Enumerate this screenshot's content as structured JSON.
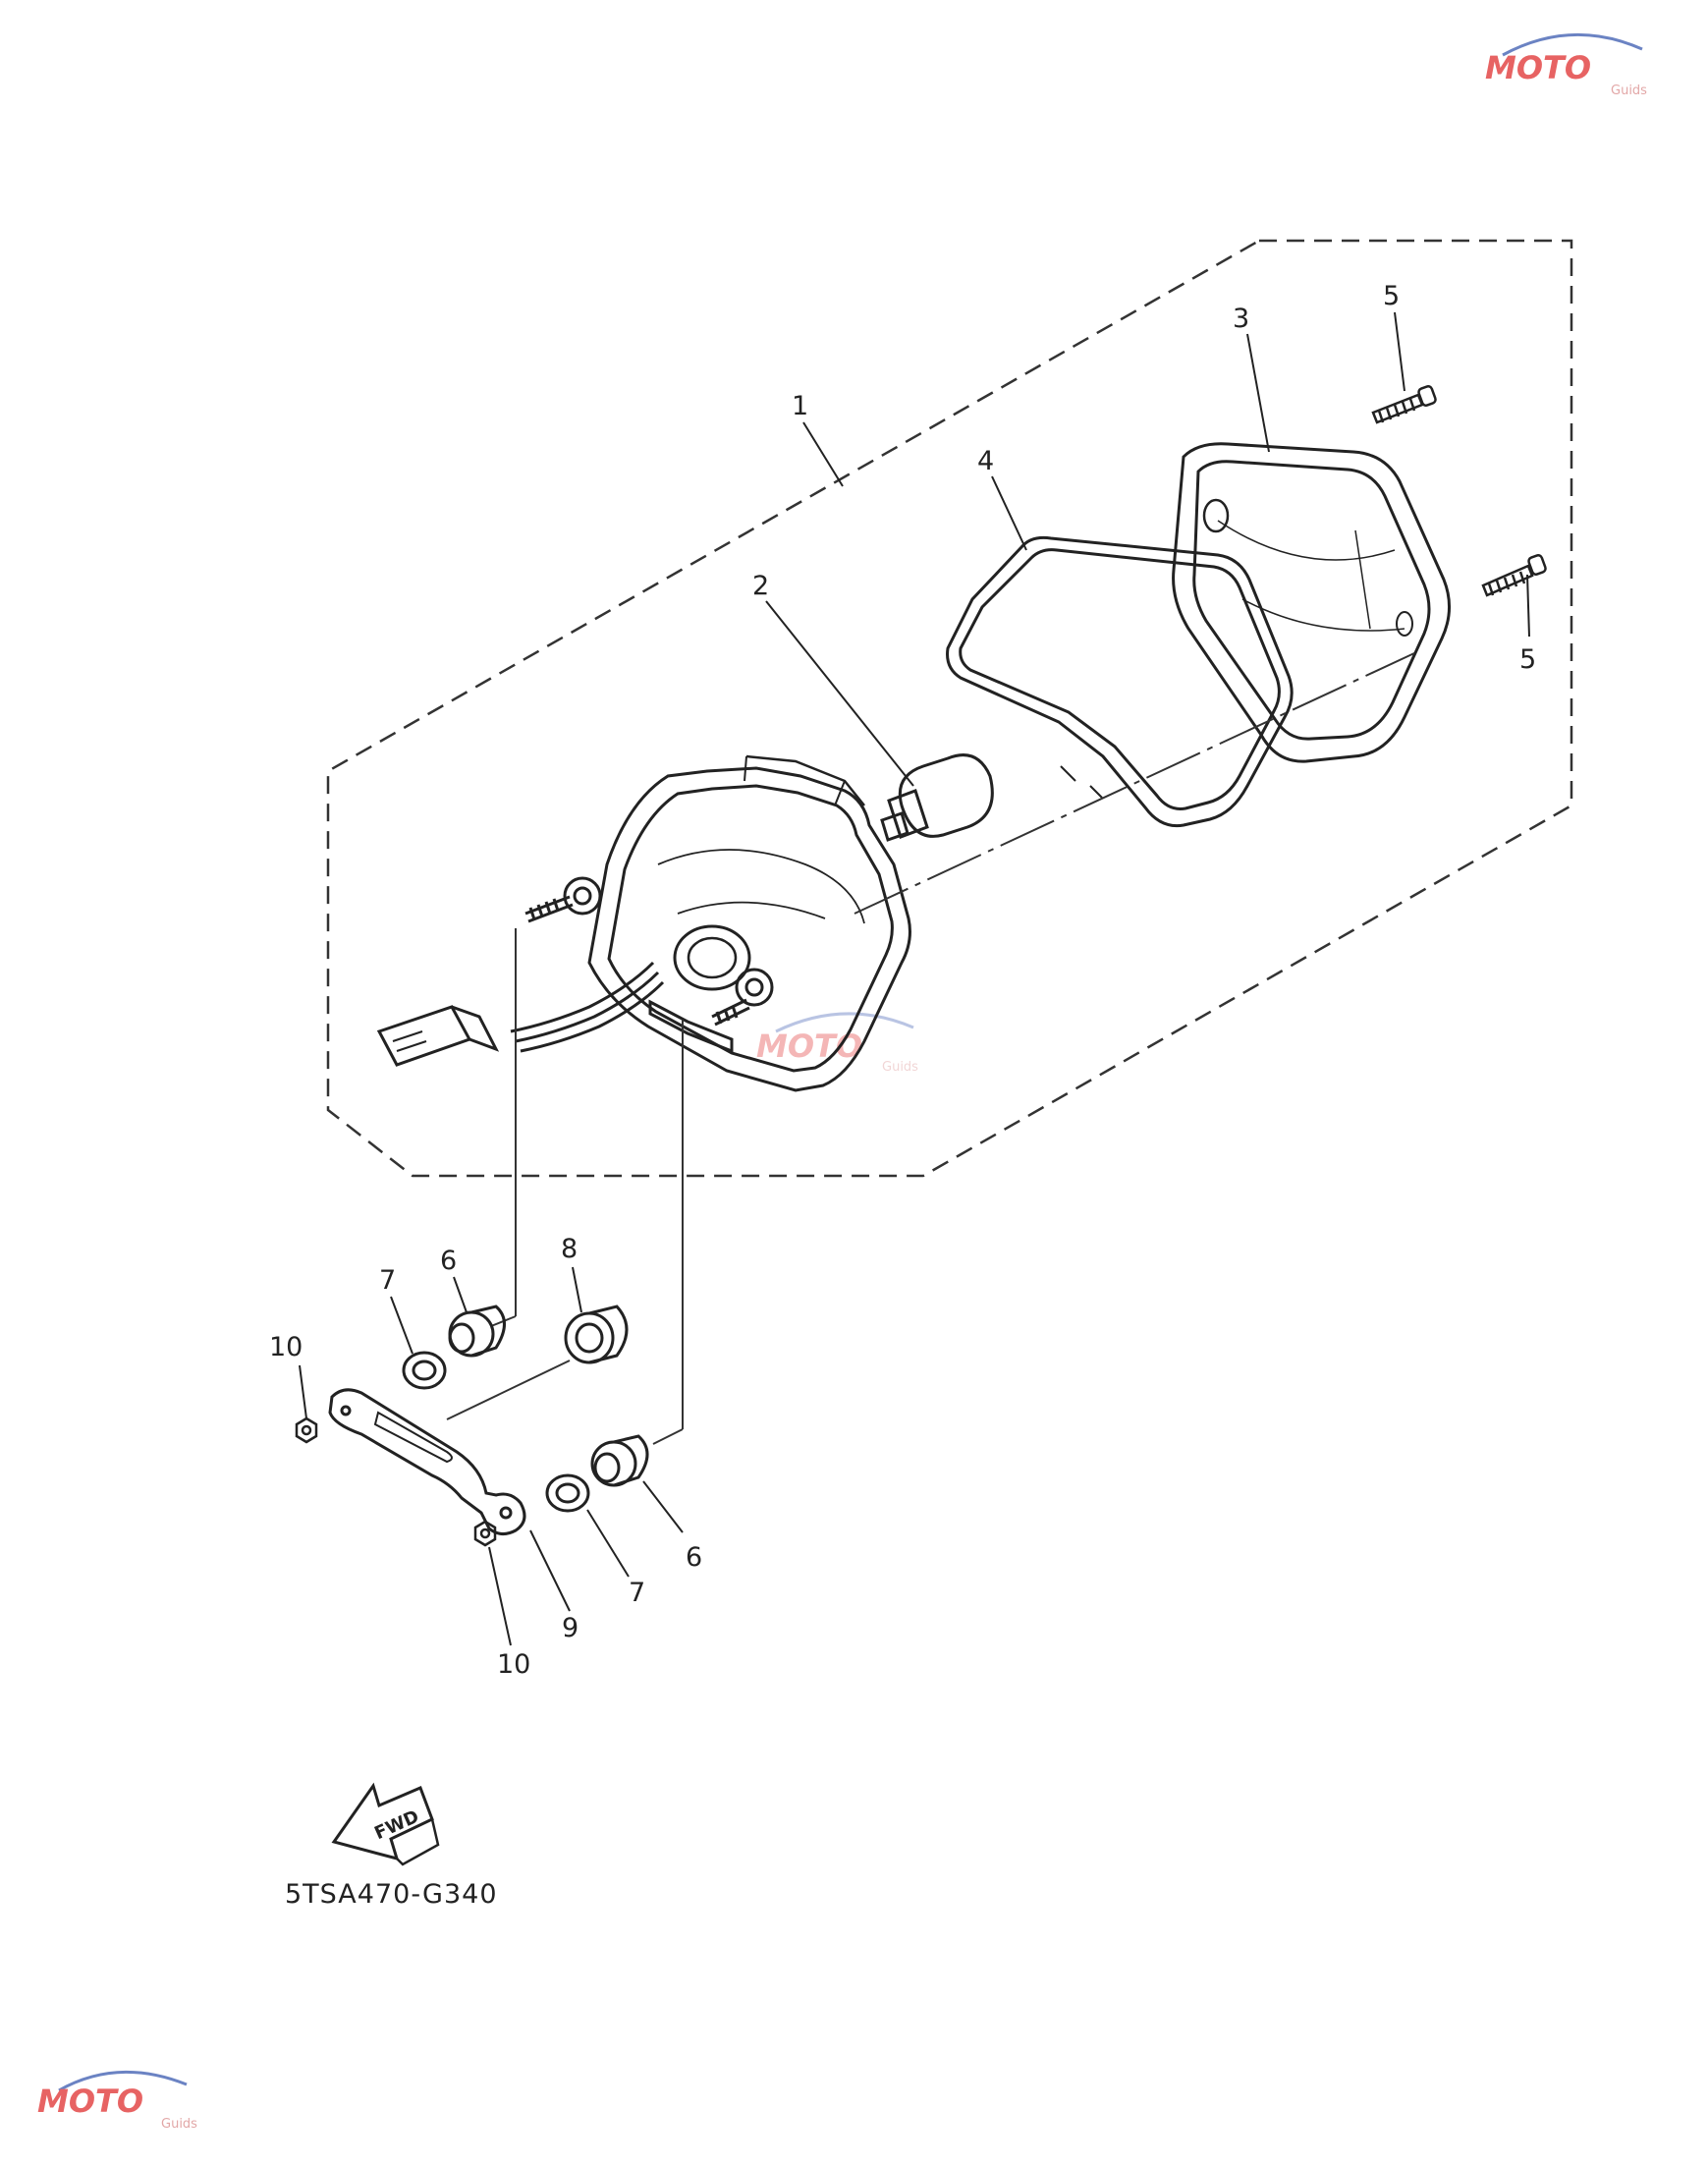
{
  "diagram": {
    "callouts": [
      "1",
      "2",
      "3",
      "4",
      "5",
      "5",
      "6",
      "6",
      "7",
      "7",
      "8",
      "9",
      "10",
      "10"
    ],
    "fwd_arrow_label": "FWD",
    "part_code": "5TSA470-G340"
  },
  "watermark": {
    "brand": "MOTO",
    "sub": "Guids",
    "colors": {
      "red": "#e03030",
      "blue": "#2a4fa8",
      "grey": "#9a9a9a"
    }
  }
}
